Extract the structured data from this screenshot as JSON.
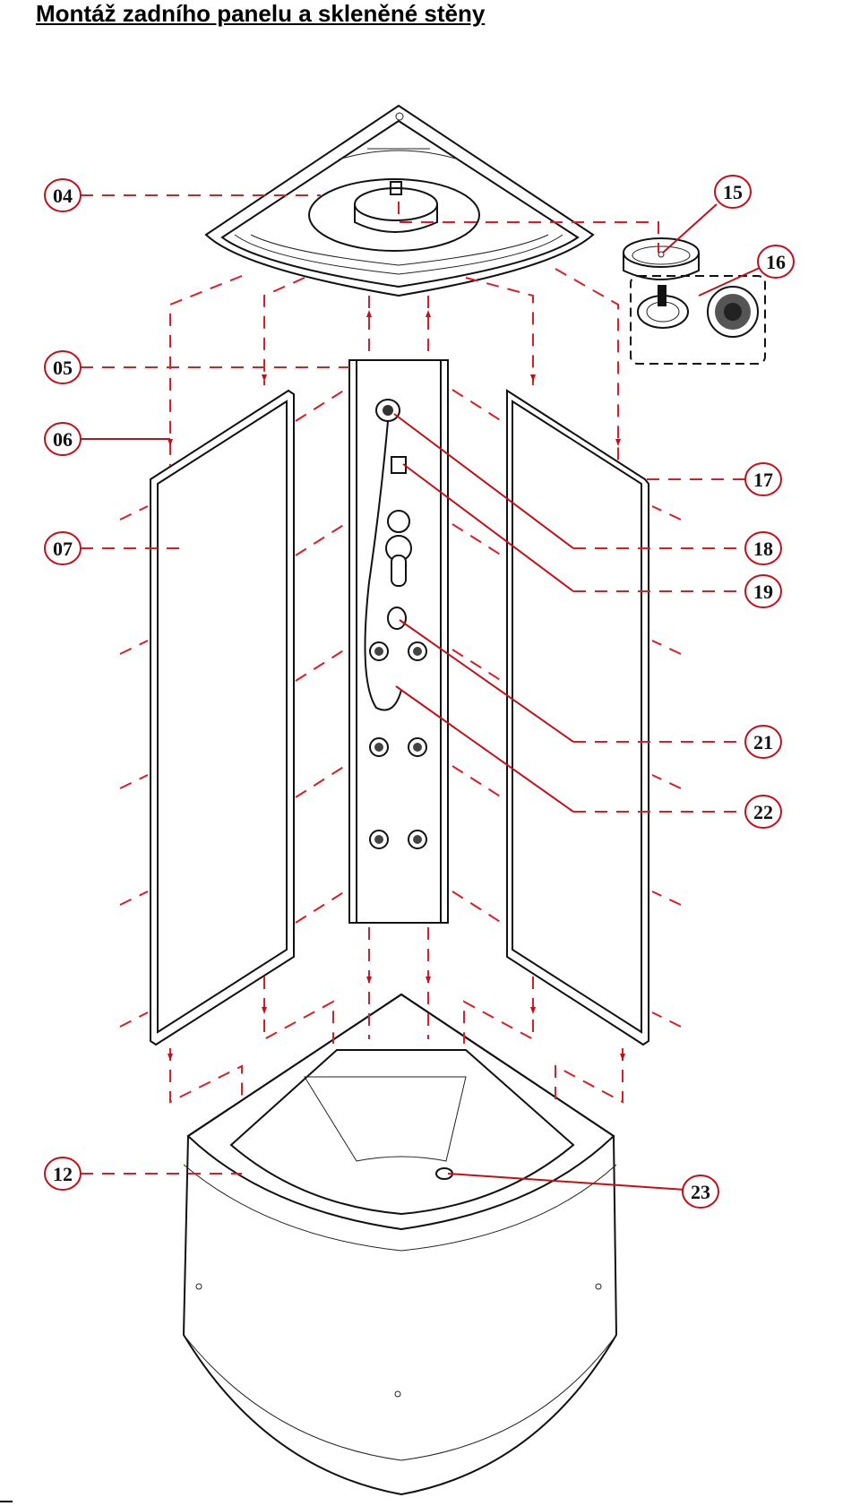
{
  "title": "Montáž zadního panelu a skleněné stěny",
  "callouts": {
    "c04": "04",
    "c05": "05",
    "c06": "06",
    "c07": "07",
    "c12": "12",
    "c15": "15",
    "c16": "16",
    "c17": "17",
    "c18": "18",
    "c19": "19",
    "c21": "21",
    "c22": "22",
    "c23": "23"
  },
  "colors": {
    "leader": "#c0101a",
    "outline": "#111111"
  }
}
